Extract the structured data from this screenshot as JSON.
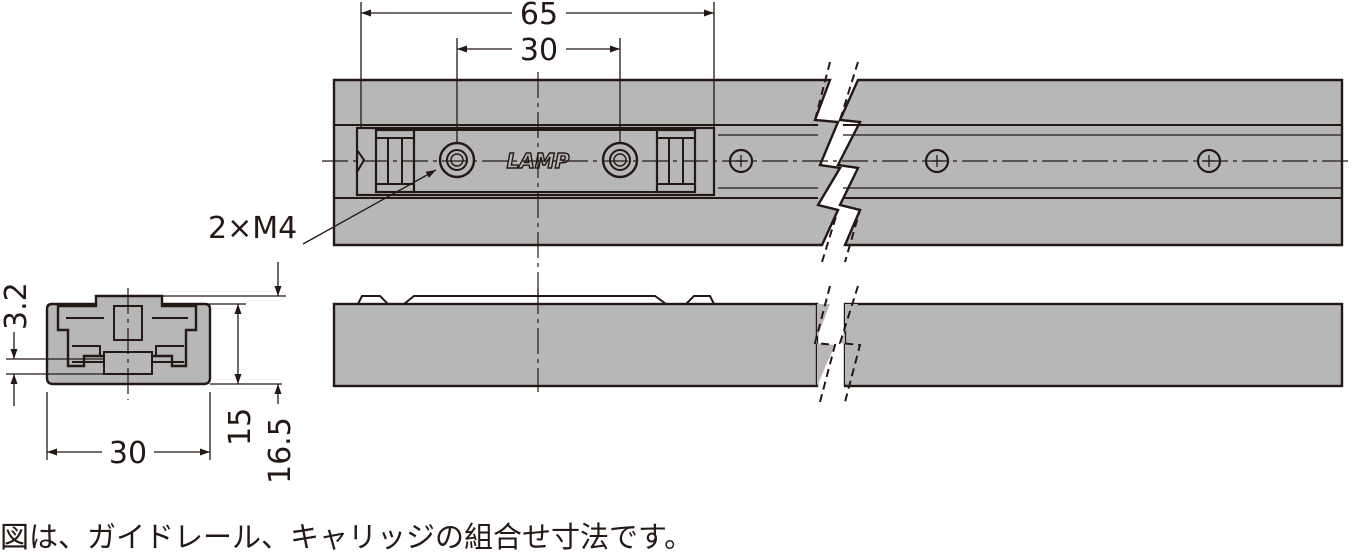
{
  "dimensions": {
    "carriage_length": "65",
    "mount_hole_pitch": "30",
    "thread_callout": "2×M4",
    "section_width": "30",
    "rail_thickness": "3.2",
    "rail_height": "15",
    "total_height": "16.5"
  },
  "carriage_logo": "LAMP",
  "caption": "図は、ガイドレール、キャリッジの組合せ寸法です。",
  "colors": {
    "body": "#b7b7b7",
    "line": "#231815",
    "background": "#ffffff"
  }
}
